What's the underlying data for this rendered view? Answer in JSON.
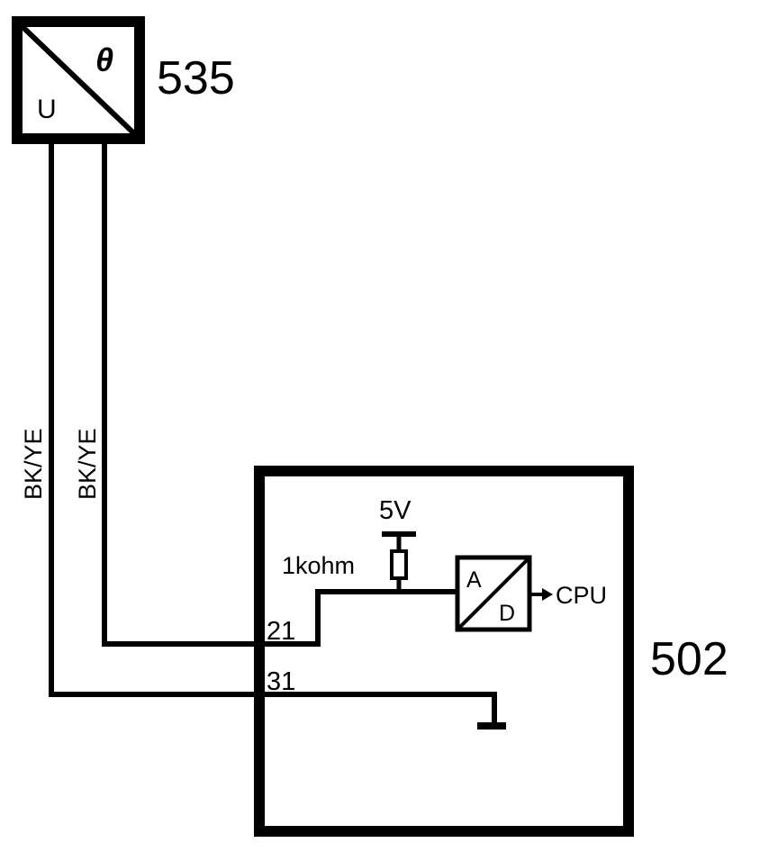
{
  "sensor": {
    "number": "535",
    "label_u": "U",
    "label_theta": "θ"
  },
  "ecu": {
    "number": "502",
    "pin_21": "21",
    "pin_31": "31",
    "supply": "5V",
    "resistor": "1kohm",
    "adc_a": "A",
    "adc_d": "D",
    "output": "CPU"
  },
  "wires": {
    "left": "BK/YE",
    "right": "BK/YE"
  }
}
